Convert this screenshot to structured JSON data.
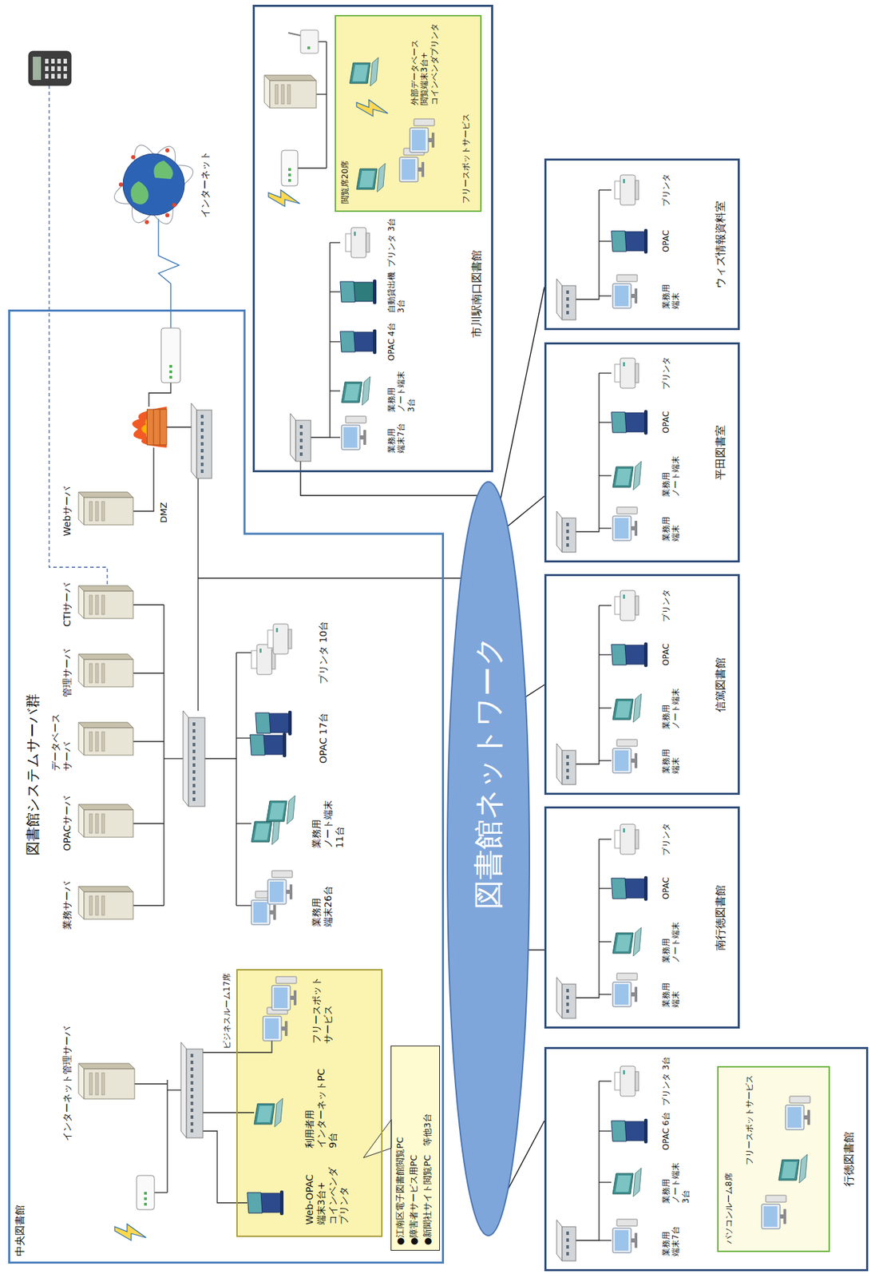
{
  "diagram": {
    "nodes": [
      {
        "text": [
          "中央図書館",
          "インターネット管理サーバ",
          "図書館システムサーバ群",
          "業務サーバ",
          "OPACサーバ",
          "データベース サーバ",
          "管理サーバ",
          "CTIサーバ",
          "業務用 端末26台",
          "業務用 ノート端末 11台",
          "OPAC 17台",
          "プリンタ 10台",
          "Webサーバ",
          "DMZ"
        ]
      },
      {
        "text": [
          "ビジネスルーム17席",
          "Web-OPAC 端末3台+ コインベンダ プリンタ",
          "利用者用 インターネットPC 9台",
          "フリースポット サービス"
        ],
        "in": 0
      },
      {
        "text": [
          "●江南区電子図書館閲覧PC",
          "●障害者サービス用PC",
          "●新聞社サイト閲覧PC　等他3台"
        ],
        "in": 0
      },
      {
        "text": [
          "市川駅南口図書館",
          "業務用 端末7台",
          "業務用 ノート端末 3台",
          "OPAC 4台",
          "自動貸出機 3台",
          "プリンタ 3台"
        ]
      },
      {
        "text": [
          "閲覧席20席",
          "フリースポットサービス",
          "外部データベース 閲覧端末3台+ コインベンダプリンタ"
        ],
        "in": 3
      },
      {
        "text": [
          "図書館ネットワーク"
        ]
      },
      {
        "text": [
          "行徳図書館",
          "業務用 端末7台",
          "業務用 ノート端末 3台",
          "OPAC 6台",
          "プリンタ 3台"
        ]
      },
      {
        "text": [
          "パソコンルーム8席",
          "フリースポットサービス"
        ],
        "in": 6
      },
      {
        "text": [
          "南行徳図書館",
          "業務用 端末",
          "業務用 ノート端末",
          "OPAC",
          "プリンタ"
        ]
      },
      {
        "text": [
          "信篤図書館",
          "業務用 端末",
          "業務用 ノート端末",
          "OPAC",
          "プリンタ"
        ]
      },
      {
        "text": [
          "平田図書室",
          "業務用 端末",
          "業務用 ノート端末",
          "OPAC",
          "プリンタ"
        ]
      },
      {
        "text": [
          "ウィズ情報資料室",
          "業務用 端末",
          "OPAC",
          "プリンタ"
        ]
      }
    ],
    "edges": [
      {
        "from": 5,
        "to": 0,
        "arrow": "none"
      },
      {
        "from": 5,
        "to": 3,
        "arrow": "none"
      },
      {
        "from": 5,
        "to": 6,
        "arrow": "none"
      },
      {
        "from": 5,
        "to": 8,
        "arrow": "none"
      },
      {
        "from": 5,
        "to": 9,
        "arrow": "none"
      },
      {
        "from": 5,
        "to": 10,
        "arrow": "none"
      },
      {
        "from": 5,
        "to": 11,
        "arrow": "none"
      }
    ],
    "labels": [
      "インターネット"
    ]
  }
}
